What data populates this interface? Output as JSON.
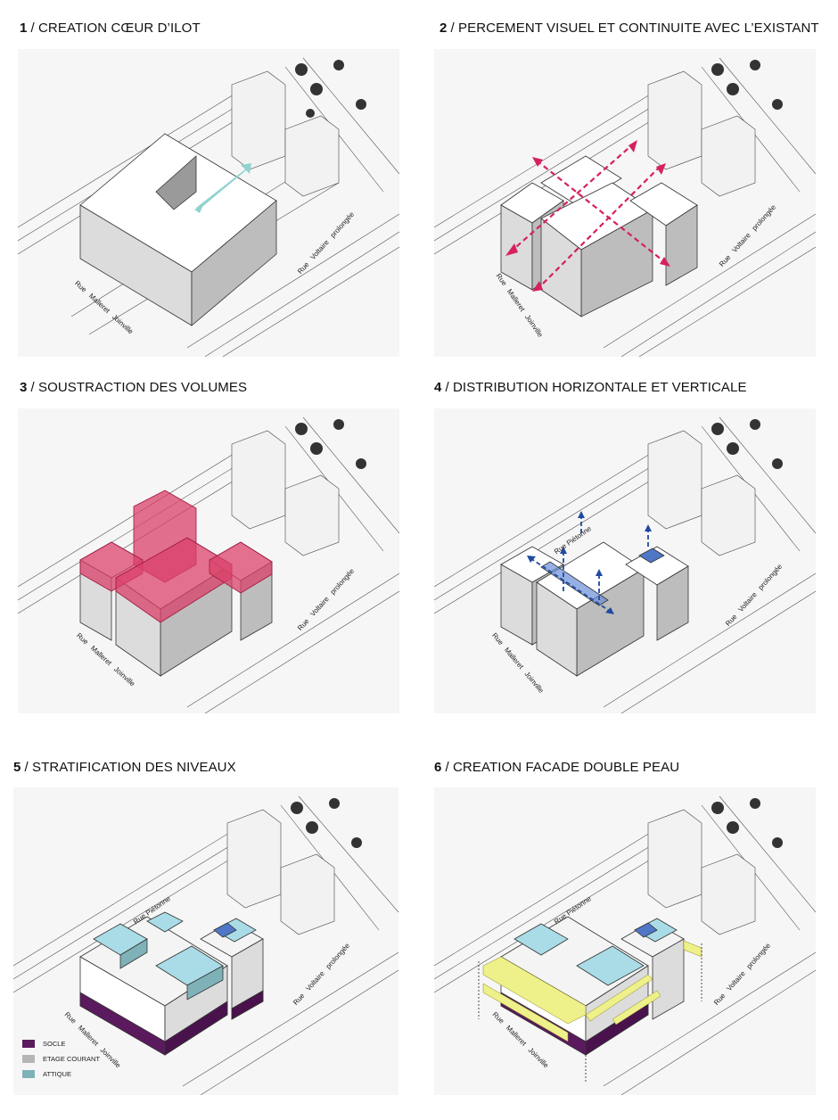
{
  "panels": [
    {
      "num": "1",
      "title": "/ CREATION CŒUR D’ILOT"
    },
    {
      "num": "2",
      "title": "/ PERCEMENT VISUEL ET CONTINUITE AVEC L’EXISTANT"
    },
    {
      "num": "3",
      "title": "/ SOUSTRACTION DES VOLUMES"
    },
    {
      "num": "4",
      "title": "/ DISTRIBUTION HORIZONTALE ET VERTICALE"
    },
    {
      "num": "5",
      "title": "/ STRATIFICATION DES NIVEAUX"
    },
    {
      "num": "6",
      "title": "/ CREATION FACADE DOUBLE PEAU"
    }
  ],
  "streets": {
    "left": [
      "Rue",
      "Malleret",
      "Joinville"
    ],
    "right": [
      "Rue",
      "Voltaire",
      "prolongée"
    ],
    "inner": "Rue Piétonne"
  },
  "legend": [
    {
      "label": "SOCLE",
      "color": "#5b1a5e"
    },
    {
      "label": "ETAGE COURANT",
      "color": "#b5b5b5"
    },
    {
      "label": "ATTIQUE",
      "color": "#7fb2b8"
    }
  ],
  "colors": {
    "arrow_cyan": "#8fd3d0",
    "arrow_magenta": "#d6205f",
    "subtract_red": "#d94068",
    "arrow_blue": "#1e4aa0",
    "attic_cyan": "#a9dce6",
    "socle_purple": "#5b1a5e",
    "skin_yellow": "#eef08a"
  }
}
